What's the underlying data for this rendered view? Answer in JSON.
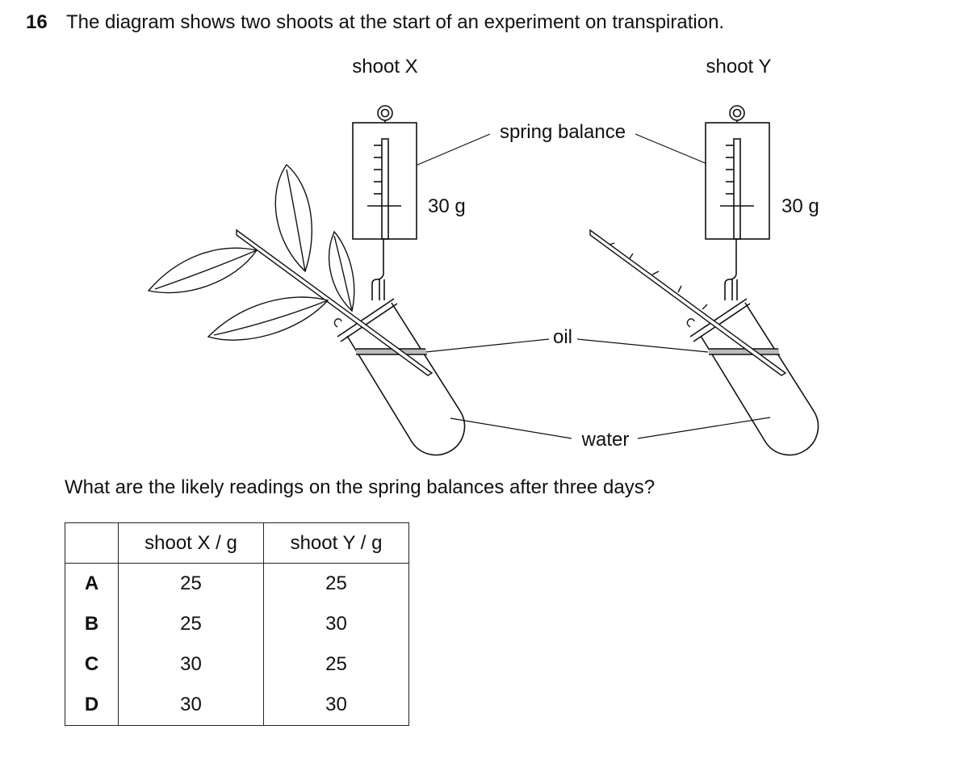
{
  "question": {
    "number": "16",
    "text": "The diagram shows two shoots at the start of an experiment on transpiration.",
    "prompt": "What are the likely readings on the spring balances after three days?"
  },
  "diagram": {
    "label_shoot_x": "shoot X",
    "label_shoot_y": "shoot Y",
    "label_spring_balance": "spring balance",
    "label_oil": "oil",
    "label_water": "water",
    "reading_x": "30 g",
    "reading_y": "30 g"
  },
  "table": {
    "headers": [
      "",
      "shoot X / g",
      "shoot Y / g"
    ],
    "rows": [
      {
        "option": "A",
        "x": "25",
        "y": "25"
      },
      {
        "option": "B",
        "x": "25",
        "y": "30"
      },
      {
        "option": "C",
        "x": "30",
        "y": "25"
      },
      {
        "option": "D",
        "x": "30",
        "y": "30"
      }
    ]
  }
}
